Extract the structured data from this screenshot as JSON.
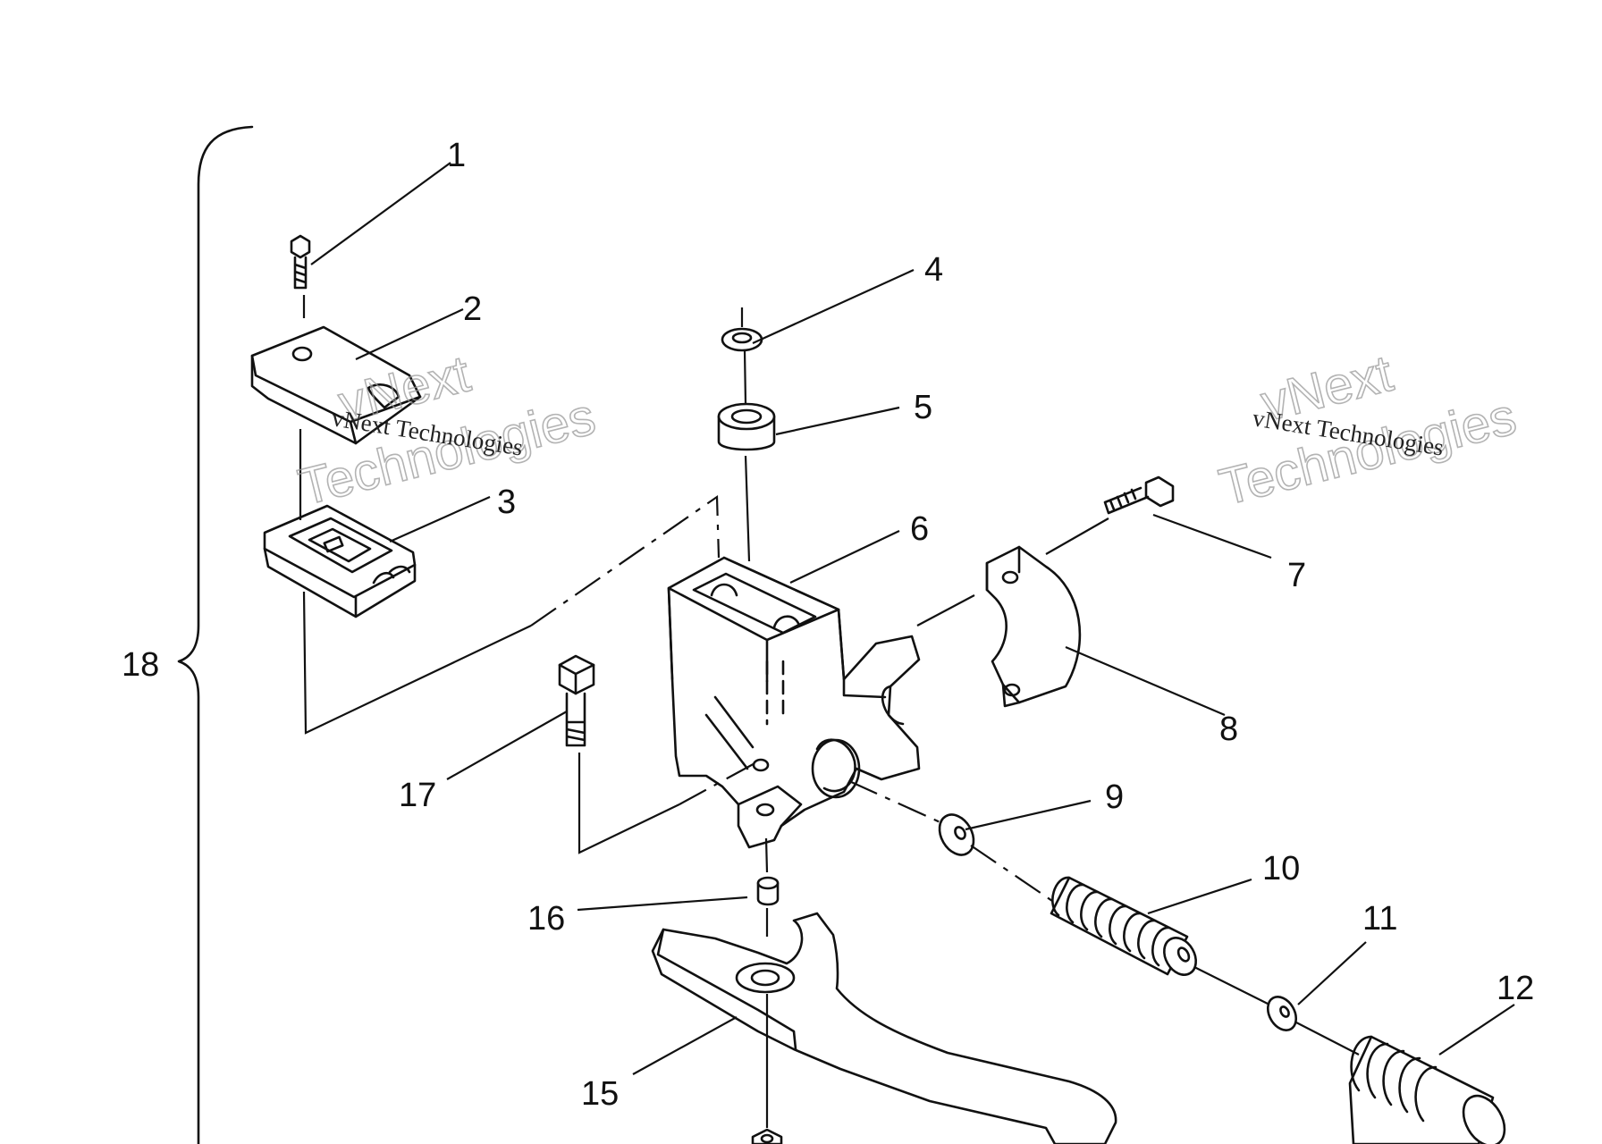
{
  "diagram": {
    "callouts": [
      "1",
      "2",
      "3",
      "4",
      "5",
      "6",
      "7",
      "8",
      "9",
      "10",
      "11",
      "12",
      "15",
      "16",
      "17",
      "18"
    ],
    "watermark": {
      "line_small": "vNext Technologies",
      "line_big_1": "vNext",
      "line_big_2": "Technologies"
    }
  }
}
